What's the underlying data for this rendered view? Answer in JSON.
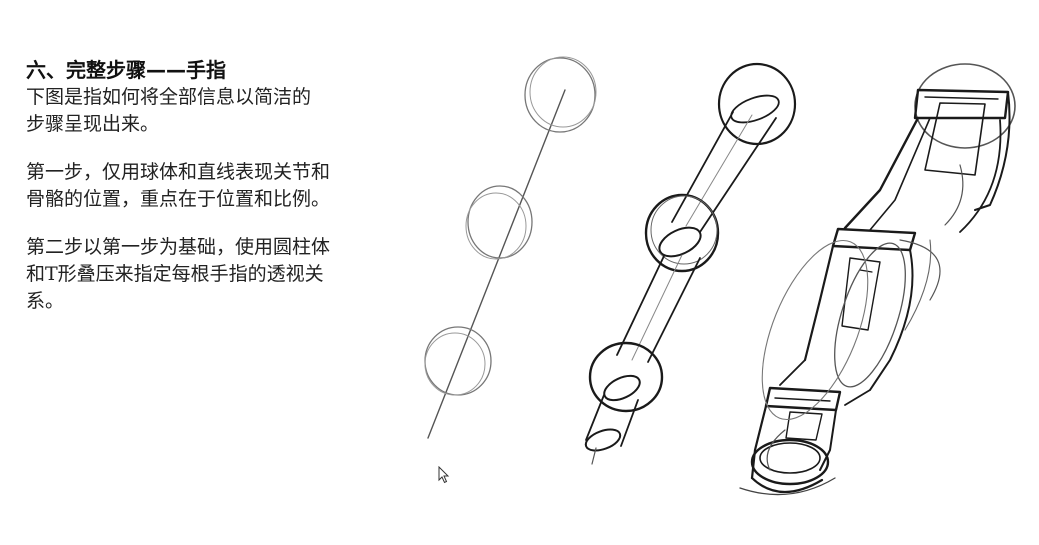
{
  "slide": {
    "title": "六、完整步骤——手指",
    "intro": "下图是指如何将全部信息以简洁的\n步骤呈现出来。",
    "step1": "第一步，仅用球体和直线表现关节和\n骨骼的位置，重点在于位置和比例。",
    "step2": "第二步以第一步为基础，使用圆柱体\n和T形叠压来指定每根手指的透视关\n系。"
  },
  "illustration": {
    "icon": "finger-sketch-illustration",
    "stroke_color": "#1a1a1a",
    "light_stroke_color": "#777777"
  },
  "cursor": {
    "icon": "mouse-pointer-icon"
  }
}
